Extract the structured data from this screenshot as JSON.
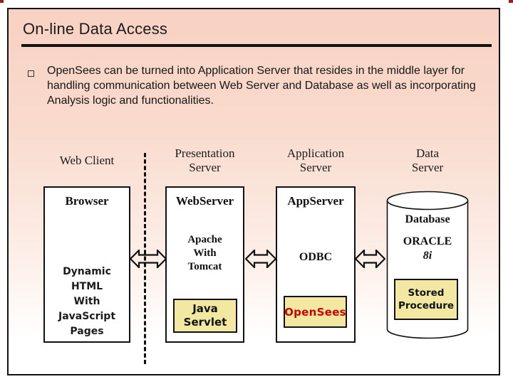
{
  "slide": {
    "title": "On-line Data Access",
    "bullet": {
      "text": "OpenSees can be turned into Application Server that resides in the middle layer for handling communication between Web Server and Database as well as incorporating Analysis logic and functionalities."
    }
  },
  "diagram": {
    "columns": [
      {
        "header": "Web Client",
        "box_title": "Browser",
        "body": "Dynamic\nHTML\nWith\nJavaScript\nPages"
      },
      {
        "header": "Presentation\nServer",
        "box_title": "WebServer",
        "body": "Apache\nWith\nTomcat",
        "chip": "Java\nServlet"
      },
      {
        "header": "Application\nServer",
        "box_title": "AppServer",
        "body": "ODBC",
        "chip": "OpenSees"
      },
      {
        "header": "Data\nServer",
        "db_label": "Database",
        "body": "ORACLE",
        "body_sub": "8i",
        "chip": "Stored\nProcedure"
      }
    ]
  },
  "icons": {
    "bullet": "square-outline",
    "arrows": "double-headed-hollow-arrow",
    "database": "cylinder"
  },
  "colors": {
    "slide_top": "#F8D1C2",
    "chip_fill": "#F2E8A2",
    "opensees_red": "#CC0000",
    "line_black": "#111111",
    "corner_mark_red": "#9E1A1A"
  }
}
